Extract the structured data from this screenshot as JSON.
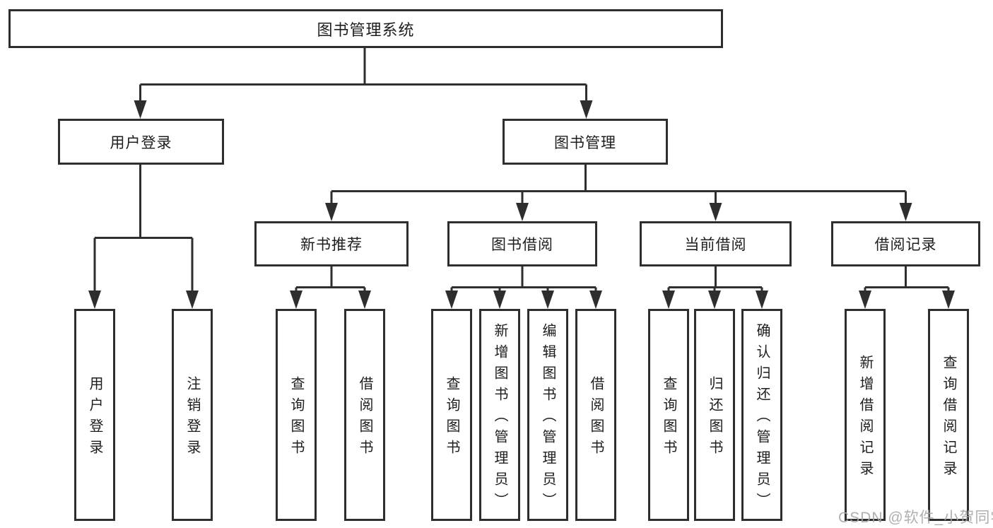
{
  "colors": {
    "line": "#2e2e2e",
    "text": "#1d1d1d",
    "background": "#ffffff",
    "watermark": "#a7a7a7"
  },
  "nodes": {
    "root": {
      "label": "图书管理系统"
    },
    "level2": [
      {
        "label": "用户登录"
      },
      {
        "label": "图书管理"
      }
    ],
    "level3": [
      {
        "label": "新书推荐"
      },
      {
        "label": "图书借阅"
      },
      {
        "label": "当前借阅"
      },
      {
        "label": "借阅记录"
      }
    ],
    "leaves": {
      "user_login": [
        {
          "label": "用户登录"
        },
        {
          "label": "注销登录"
        }
      ],
      "new_book_recommend": [
        {
          "label": "查询图书"
        },
        {
          "label": "借阅图书"
        }
      ],
      "book_borrow": [
        {
          "label": "查询图书"
        },
        {
          "label": "新增图书（管理员）"
        },
        {
          "label": "编辑图书（管理员）"
        },
        {
          "label": "借阅图书"
        }
      ],
      "current_borrow": [
        {
          "label": "查询图书"
        },
        {
          "label": "归还图书"
        },
        {
          "label": "确认归还（管理员）"
        }
      ],
      "borrow_record": [
        {
          "label": "新增借阅记录"
        },
        {
          "label": "查询借阅记录"
        }
      ]
    }
  },
  "watermark": {
    "text": "CSDN @软件_小贺同学"
  }
}
